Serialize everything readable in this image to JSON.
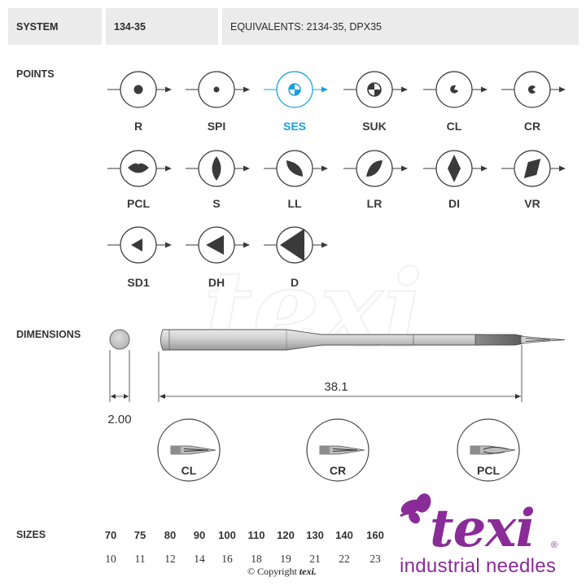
{
  "header": {
    "system_label": "SYSTEM",
    "system_value": "134-35",
    "equivalents": "EQUIVALENTS: 2134-35, DPX35"
  },
  "sections": {
    "points": "POINTS",
    "dimensions": "DIMENSIONS",
    "sizes": "SIZES"
  },
  "points": [
    {
      "label": "R",
      "icon": "round-dot-point-icon",
      "selected": false
    },
    {
      "label": "SPI",
      "icon": "small-dot-point-icon",
      "selected": false
    },
    {
      "label": "SES",
      "icon": "light-ball-point-icon",
      "selected": true
    },
    {
      "label": "SUK",
      "icon": "medium-ball-point-icon",
      "selected": false
    },
    {
      "label": "CL",
      "icon": "left-crescent-point-icon",
      "selected": false
    },
    {
      "label": "CR",
      "icon": "right-crescent-point-icon",
      "selected": false
    },
    {
      "label": "PCL",
      "icon": "lip-cutting-point-icon",
      "selected": false
    },
    {
      "label": "S",
      "icon": "vertical-lens-point-icon",
      "selected": false
    },
    {
      "label": "LL",
      "icon": "left-lens-point-icon",
      "selected": false
    },
    {
      "label": "LR",
      "icon": "right-lens-point-icon",
      "selected": false
    },
    {
      "label": "DI",
      "icon": "diamond-point-icon",
      "selected": false
    },
    {
      "label": "VR",
      "icon": "reverse-twist-point-icon",
      "selected": false
    },
    {
      "label": "SD1",
      "icon": "small-triangle-point-icon",
      "selected": false
    },
    {
      "label": "DH",
      "icon": "medium-triangle-point-icon",
      "selected": false
    },
    {
      "label": "D",
      "icon": "large-triangle-point-icon",
      "selected": false
    }
  ],
  "dimensions": {
    "length": "38.1",
    "diameter": "2.00",
    "details": [
      "CL",
      "CR",
      "PCL"
    ]
  },
  "sizes": {
    "nm": [
      "70",
      "75",
      "80",
      "90",
      "100",
      "110",
      "120",
      "130",
      "140",
      "160"
    ],
    "metric": [
      "10",
      "11",
      "12",
      "14",
      "16",
      "18",
      "19",
      "21",
      "22",
      "23"
    ]
  },
  "copyright": {
    "prefix": "© Copyright",
    "brand": "texi."
  },
  "logo": {
    "wordmark": "texi",
    "registered": "®",
    "tagline": "industrial needles"
  },
  "watermark": "texi",
  "colors": {
    "accent": "#1a9fd8",
    "brand": "#8a2c98",
    "header_bg": "#ebebeb",
    "symbol": "#3a3a3a"
  }
}
